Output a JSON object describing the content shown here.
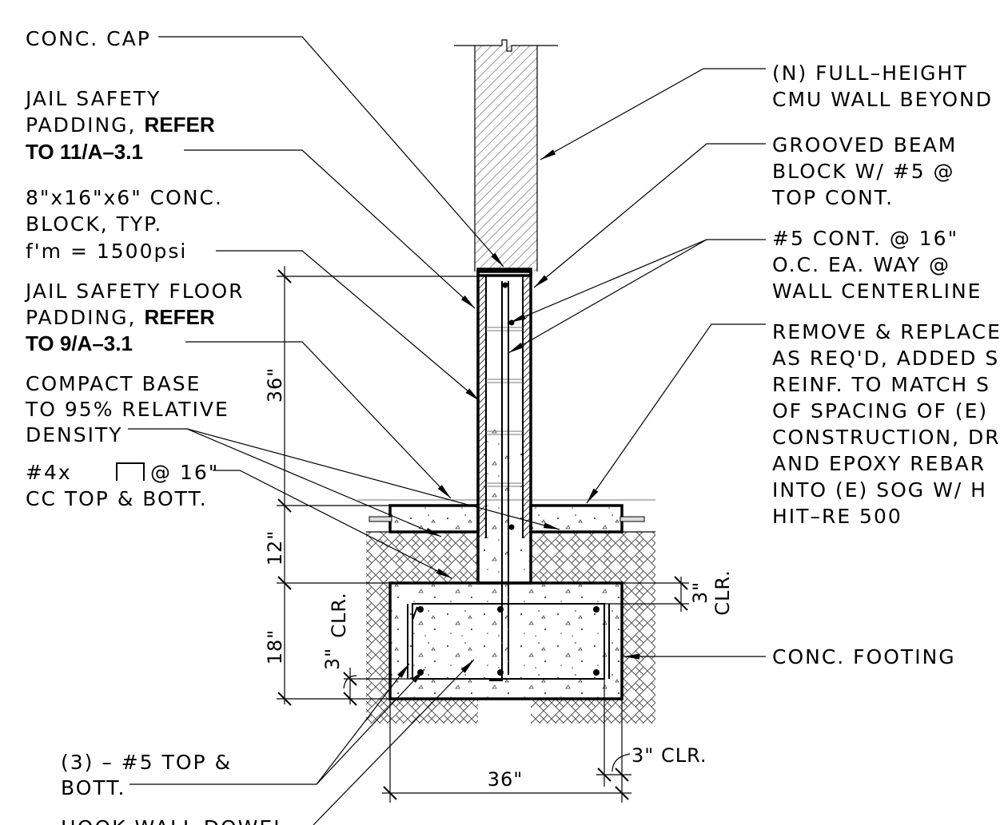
{
  "labels": {
    "conc_cap": "CONC. CAP",
    "jail_pad_1": "JAIL SAFETY",
    "jail_pad_2": "PADDING,",
    "jail_pad_refer": "REFER",
    "jail_pad_ref": "TO 11/A–3.1",
    "block_1": "8\"x16\"x6\" CONC.",
    "block_2": "BLOCK, TYP.",
    "block_3": "f'm = 1500psi",
    "floor_pad_1": "JAIL SAFETY FLOOR",
    "floor_pad_2": "PADDING,",
    "floor_pad_refer": "REFER",
    "floor_pad_ref": "TO 9/A–3.1",
    "compact_1": "COMPACT BASE",
    "compact_2": "TO 95% RELATIVE",
    "compact_3": "DENSITY",
    "bar4_1a": "#4x",
    "bar4_1b": "@ 16\"",
    "bar4_2": "CC TOP & BOTT.",
    "bar5_1": "(3) – #5 TOP &",
    "bar5_2": "BOTT.",
    "hook_1": "HOOK WALL DOWEL",
    "cmu_1": "(N) FULL–HEIGHT",
    "cmu_2": "CMU WALL BEYOND",
    "grooved_1": "GROOVED BEAM",
    "grooved_2": "BLOCK W/ #5 @",
    "grooved_3": "TOP CONT.",
    "cont_1": "#5 CONT. @ 16\"",
    "cont_2": "O.C. EA. WAY @",
    "cont_3": "WALL CENTERLINE",
    "remove_1": "REMOVE & REPLACE",
    "remove_2": "AS REQ'D, ADDED S",
    "remove_3": "REINF. TO MATCH S",
    "remove_4": "OF SPACING OF (E)",
    "remove_5": "CONSTRUCTION, DRI",
    "remove_6": "AND EPOXY REBAR",
    "remove_7": "INTO (E) SOG W/ H",
    "remove_8": "HIT–RE 500",
    "footing": "CONC. FOOTING"
  },
  "dimensions": {
    "wall_height": "36\"",
    "slab_depth": "12\"",
    "footing_depth": "18\"",
    "footing_width": "36\"",
    "clr_left_val": "3\"",
    "clr_left_txt": "CLR.",
    "clr_right_val": "3\"",
    "clr_right_txt": "CLR.",
    "clr_bottom": "3\" CLR."
  }
}
